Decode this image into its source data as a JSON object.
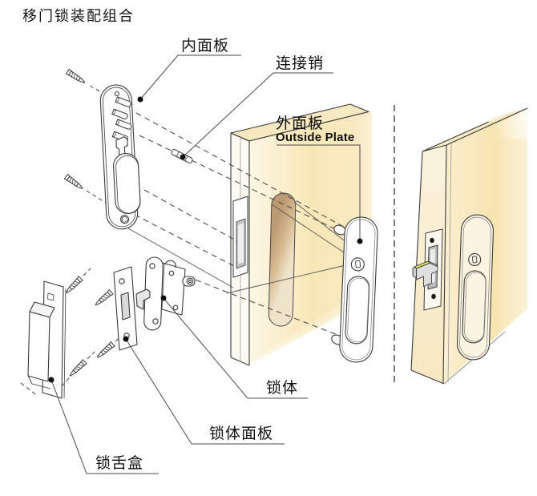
{
  "title": "移门锁装配组合",
  "labels": {
    "inside_plate": "内面板",
    "connecting_pin": "连接销",
    "outside_plate_cn": "外面板",
    "outside_plate_en": "Outside Plate",
    "lock_body": "锁体",
    "lock_body_plate": "锁体面板",
    "latch_box": "锁舌盒"
  },
  "colors": {
    "outline": "#3a3a3a",
    "leader": "#4a4a4a",
    "marker_dot": "#111111",
    "door_cream_light": "#FCF6E4",
    "door_cream": "#F7E4B0",
    "door_top_face": "#F6E8C0",
    "door_edge_face": "#FDFAF1",
    "recess_dark": "#BD9B72",
    "recess_light": "#EFE3CA",
    "bolt_highlight": "#E8E25C",
    "metal_gray": "#BBBBBB",
    "slot_light": "#EDEDED",
    "screw_head": "#1a1a1a"
  },
  "diagram": {
    "type": "exploded-assembly-diagram",
    "subject": "sliding door lock",
    "views": [
      "exploded parts view",
      "assembled view"
    ]
  }
}
